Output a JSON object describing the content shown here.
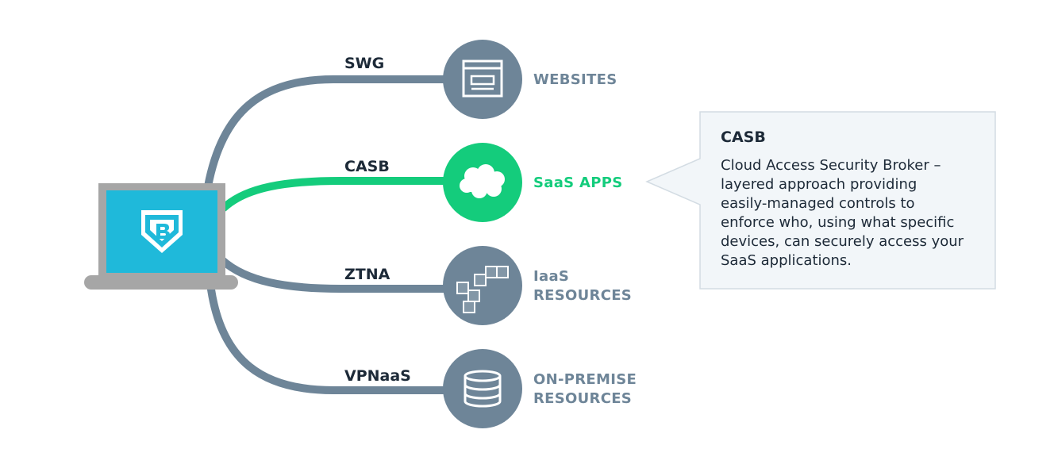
{
  "colors": {
    "connector": "#6e8598",
    "highlight": "#14cc7c",
    "node_fill": "#6e8598",
    "node_highlight_fill": "#14cc7c",
    "protocol_text": "#1d2a38",
    "dest_text": "#6e8598",
    "dest_highlight_text": "#14cc7c",
    "laptop_frame": "#a6a6a6",
    "laptop_screen": "#1fb9da",
    "callout_fill": "#f2f6f9",
    "callout_border": "#d3dce3",
    "callout_text": "#1d2a38"
  },
  "connections": [
    {
      "protocol": "SWG",
      "destination_lines": [
        "WEBSITES"
      ],
      "icon": "browser-window-icon",
      "highlighted": false
    },
    {
      "protocol": "CASB",
      "destination_lines": [
        "SaaS APPS"
      ],
      "icon": "cloud-icon",
      "highlighted": true
    },
    {
      "protocol": "ZTNA",
      "destination_lines": [
        "IaaS",
        "RESOURCES"
      ],
      "icon": "cubes-icon",
      "highlighted": false
    },
    {
      "protocol": "VPNaaS",
      "destination_lines": [
        "ON-PREMISE",
        "RESOURCES"
      ],
      "icon": "database-icon",
      "highlighted": false
    }
  ],
  "laptop": {
    "icon": "shield-b-logo-icon"
  },
  "callout": {
    "title": "CASB",
    "body_lines": [
      "Cloud Access Security Broker –",
      "layered approach providing",
      "easily-managed controls to",
      "enforce who, using what specific",
      "devices, can securely access your",
      "SaaS applications."
    ]
  }
}
